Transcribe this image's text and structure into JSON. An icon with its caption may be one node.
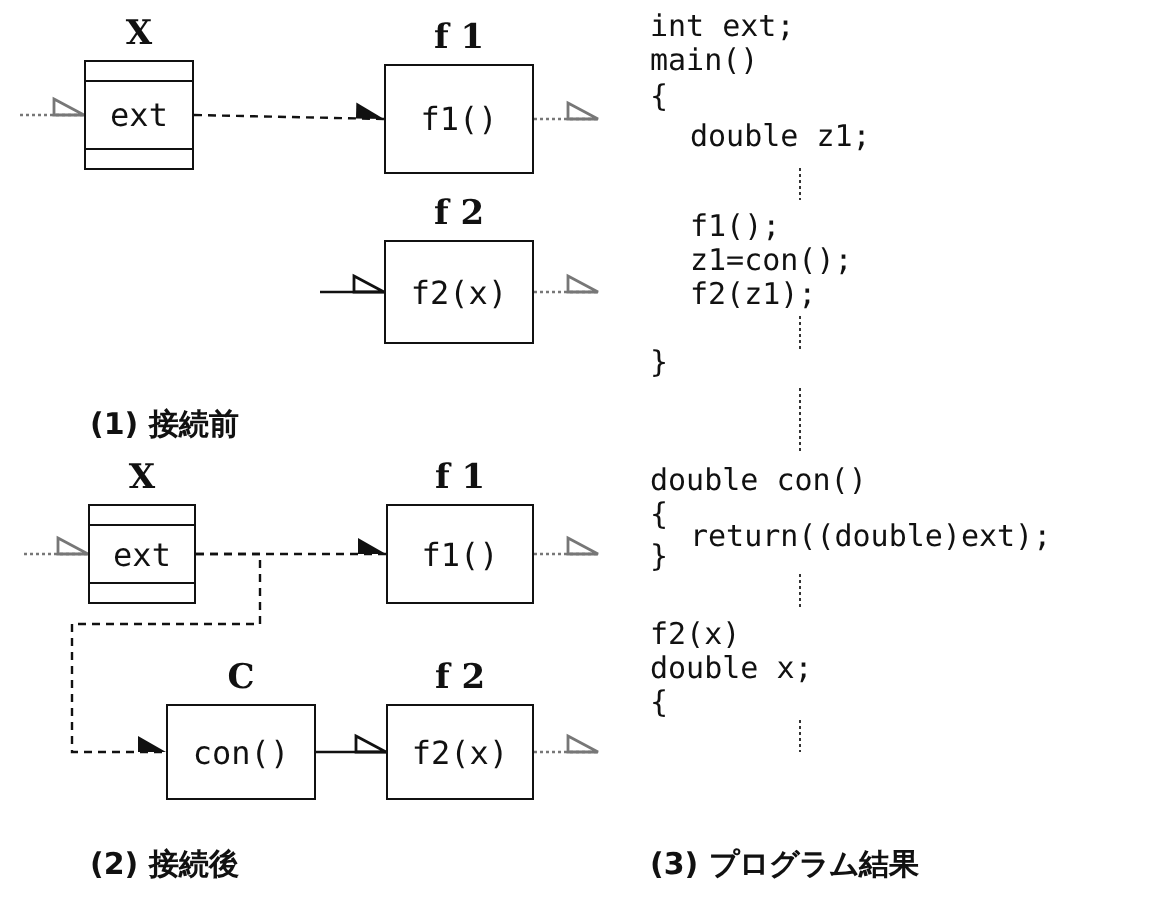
{
  "diagram": {
    "nodes": [
      {
        "text": [
          "X",
          "ext"
        ]
      },
      {
        "text": [
          "f 1",
          "f1()"
        ]
      },
      {
        "text": [
          "f 2",
          "f2(x)"
        ]
      },
      {
        "text": [
          "X",
          "ext"
        ]
      },
      {
        "text": [
          "f 1",
          "f1()"
        ]
      },
      {
        "text": [
          "C",
          "con()"
        ]
      },
      {
        "text": [
          "f 2",
          "f2(x)"
        ]
      }
    ],
    "edges": [
      {
        "from": null,
        "to": 0,
        "arrow": "to",
        "style": "dashed",
        "color": "#777777"
      },
      {
        "from": 0,
        "to": 1,
        "arrow": "to",
        "style": "dashed",
        "color": "#111111"
      },
      {
        "from": 1,
        "to": null,
        "arrow": "to",
        "style": "dashed",
        "color": "#777777"
      },
      {
        "from": null,
        "to": 2,
        "arrow": "to",
        "color": "#111111"
      },
      {
        "from": 2,
        "to": null,
        "arrow": "to",
        "style": "dashed",
        "color": "#777777"
      },
      {
        "from": null,
        "to": 3,
        "arrow": "to",
        "style": "dashed",
        "color": "#777777"
      },
      {
        "from": 3,
        "to": 4,
        "arrow": "to",
        "style": "dashed",
        "color": "#111111"
      },
      {
        "from": 3,
        "to": 5,
        "arrow": "to",
        "style": "dashed",
        "color": "#111111"
      },
      {
        "from": 4,
        "to": null,
        "arrow": "to",
        "style": "dashed",
        "color": "#777777"
      },
      {
        "from": 5,
        "to": 6,
        "arrow": "to",
        "color": "#111111"
      },
      {
        "from": 6,
        "to": null,
        "arrow": "to",
        "style": "dashed",
        "color": "#777777"
      }
    ],
    "labels": [
      "int ext;",
      "main()",
      "{",
      "double z1;",
      "f1();",
      "z1=con();",
      "f2(z1);",
      "}",
      "(1) 接続前",
      "double con()",
      "{",
      "return((double)ext);",
      "}",
      "f2(x)",
      "double x;",
      "{",
      "(2) 接続後",
      "(3) プログラム結果"
    ]
  }
}
